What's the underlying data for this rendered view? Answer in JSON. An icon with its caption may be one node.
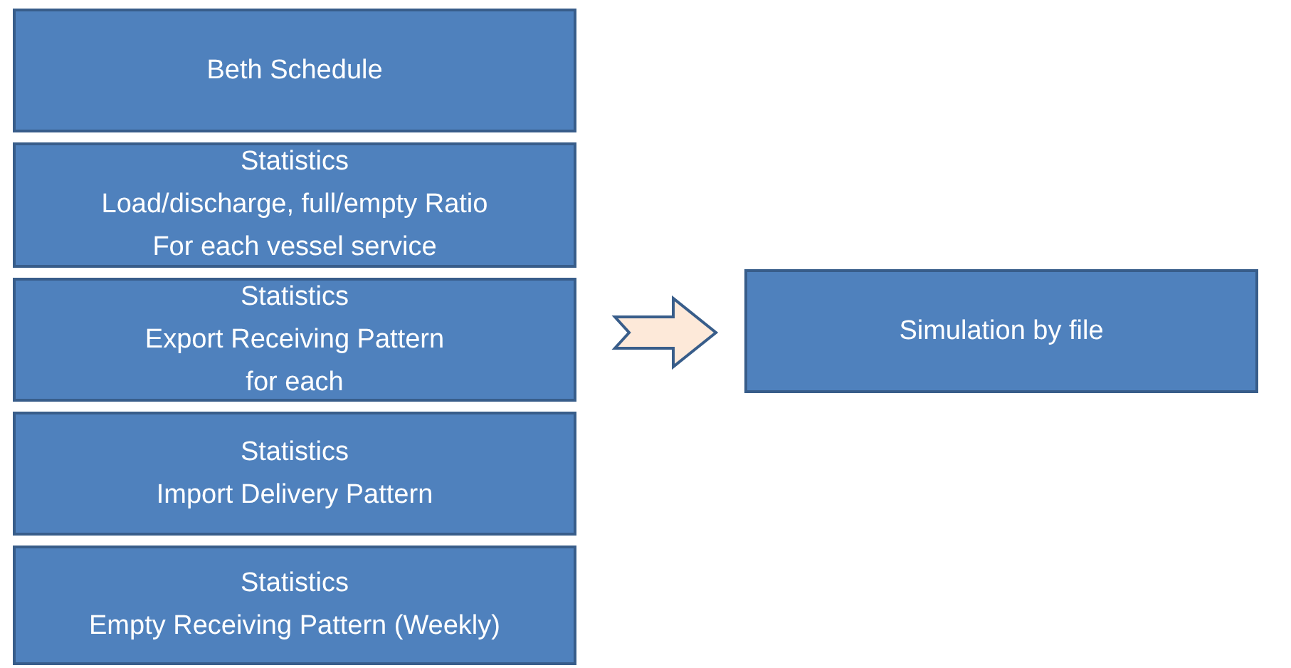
{
  "diagram": {
    "nodes": [
      {
        "text": [
          "Beth Schedule"
        ]
      },
      {
        "text": [
          "Statistics",
          "Load/discharge, full/empty Ratio",
          "For each vessel service"
        ]
      },
      {
        "text": [
          "Statistics",
          "Export Receiving Pattern",
          "for each"
        ]
      },
      {
        "text": [
          "Statistics",
          "Import Delivery Pattern"
        ]
      },
      {
        "text": [
          "Statistics",
          "Empty Receiving Pattern (Weekly)"
        ]
      },
      {
        "text": [
          "Simulation by file"
        ]
      }
    ],
    "edges": [
      {
        "from": 2,
        "to": 5,
        "arrow": "to"
      }
    ]
  }
}
